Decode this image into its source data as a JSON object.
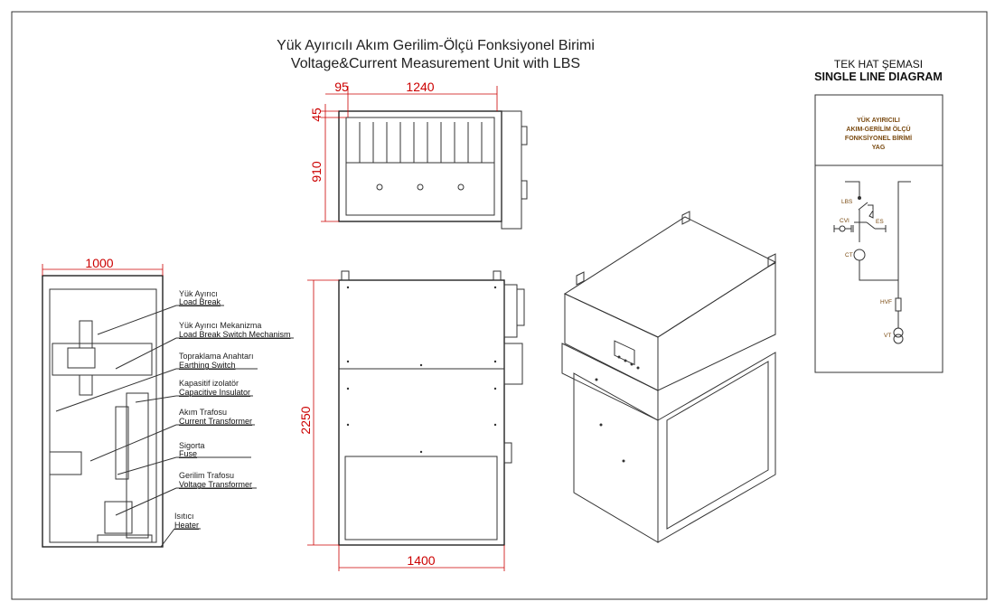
{
  "title": {
    "line1": "Yük Ayırıcılı Akım Gerilim-Ölçü Fonksiyonel Birimi",
    "line2": "Voltage&Current Measurement Unit with LBS"
  },
  "dimensions": {
    "top_offset": "95",
    "top_width": "1240",
    "top_margin": "45",
    "top_depth": "910",
    "side_width": "1000",
    "height": "2250",
    "front_width": "1400"
  },
  "components": [
    {
      "tr": "Yük Ayırıcı",
      "en": "Load Break"
    },
    {
      "tr": "Yük Ayırıcı Mekanizma",
      "en": "Load Break Switch Mechanism"
    },
    {
      "tr": "Topraklama Anahtarı",
      "en": "Earthing Switch"
    },
    {
      "tr": "Kapasitif izolatör",
      "en": "Capacitive Insulator"
    },
    {
      "tr": "Akım Trafosu",
      "en": "Current Transformer"
    },
    {
      "tr": "Sigorta",
      "en": "Fuse"
    },
    {
      "tr": "Gerilim Trafosu",
      "en": "Voltage Transformer"
    },
    {
      "tr": "Isıtıcı",
      "en": "Heater"
    }
  ],
  "sld": {
    "heading_tr": "TEK HAT ŞEMASI",
    "heading_en": "SINGLE LINE DIAGRAM",
    "box_title": [
      "YÜK AYIRICILI",
      "AKIM-GERİLİM ÖLÇÜ",
      "FONKSİYONEL BİRİMİ",
      "YAG"
    ],
    "labels": {
      "lbs": "LBS",
      "cvi": "CVI",
      "es": "ES",
      "ct": "CT",
      "hvf": "HVF",
      "vt": "VT"
    }
  }
}
